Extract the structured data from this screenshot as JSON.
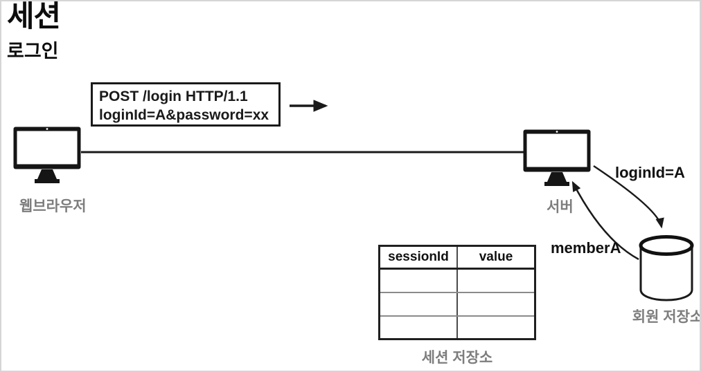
{
  "header": {
    "title": "세션",
    "subtitle": "로그인"
  },
  "request_box": {
    "line1": "POST /login HTTP/1.1",
    "line2": "loginId=A&password=xx"
  },
  "nodes": {
    "browser": "웹브라우저",
    "server": "서버",
    "member_store": "회원 저장소",
    "session_store": "세션 저장소"
  },
  "edges": {
    "login_query": "loginId=A",
    "member_result": "memberA"
  },
  "session_table": {
    "headers": [
      "sessionId",
      "value"
    ],
    "rows": [
      [
        "",
        ""
      ],
      [
        "",
        ""
      ],
      [
        "",
        ""
      ]
    ]
  },
  "colors": {
    "ink": "#1a1a1a",
    "label_gray": "#7d7d7d",
    "frame_gray": "#d5d5d5"
  }
}
